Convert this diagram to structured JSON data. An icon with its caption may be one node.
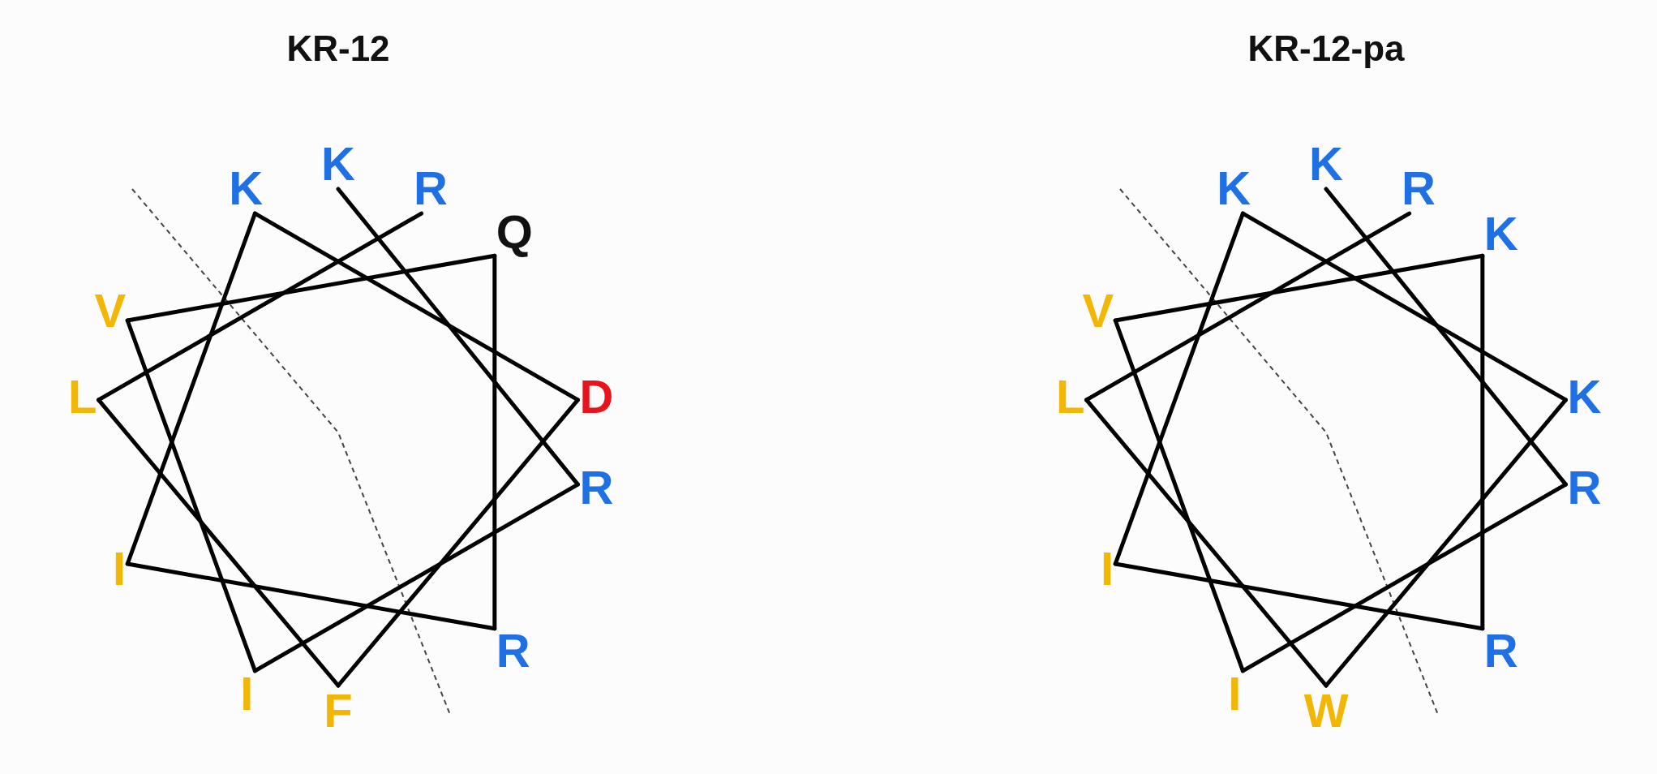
{
  "diagram": {
    "nodes": [
      {
        "text": [
          "K"
        ]
      },
      {
        "text": [
          "R"
        ]
      },
      {
        "text": [
          "I"
        ]
      },
      {
        "text": [
          "V"
        ]
      },
      {
        "text": [
          "Q"
        ]
      },
      {
        "text": [
          "R"
        ]
      },
      {
        "text": [
          "I"
        ]
      },
      {
        "text": [
          "K"
        ]
      },
      {
        "text": [
          "D"
        ]
      },
      {
        "text": [
          "F"
        ]
      },
      {
        "text": [
          "L"
        ]
      },
      {
        "text": [
          "R"
        ]
      },
      {
        "text": [
          "K"
        ]
      },
      {
        "text": [
          "R"
        ]
      },
      {
        "text": [
          "I"
        ]
      },
      {
        "text": [
          "V"
        ]
      },
      {
        "text": [
          "K"
        ]
      },
      {
        "text": [
          "R"
        ]
      },
      {
        "text": [
          "I"
        ]
      },
      {
        "text": [
          "K"
        ]
      },
      {
        "text": [
          "K"
        ]
      },
      {
        "text": [
          "W"
        ]
      },
      {
        "text": [
          "L"
        ]
      },
      {
        "text": [
          "R"
        ]
      }
    ],
    "edges": [
      {
        "from": 0,
        "to": 1,
        "arrow": "none"
      },
      {
        "from": 1,
        "to": 2,
        "arrow": "none"
      },
      {
        "from": 2,
        "to": 3,
        "arrow": "none"
      },
      {
        "from": 3,
        "to": 4,
        "arrow": "none"
      },
      {
        "from": 4,
        "to": 5,
        "arrow": "none"
      },
      {
        "from": 5,
        "to": 6,
        "arrow": "none"
      },
      {
        "from": 6,
        "to": 7,
        "arrow": "none"
      },
      {
        "from": 7,
        "to": 8,
        "arrow": "none"
      },
      {
        "from": 8,
        "to": 9,
        "arrow": "none"
      },
      {
        "from": 9,
        "to": 10,
        "arrow": "none"
      },
      {
        "from": 10,
        "to": 11,
        "arrow": "none"
      },
      {
        "from": 12,
        "to": 13,
        "arrow": "none"
      },
      {
        "from": 13,
        "to": 14,
        "arrow": "none"
      },
      {
        "from": 14,
        "to": 15,
        "arrow": "none"
      },
      {
        "from": 15,
        "to": 16,
        "arrow": "none"
      },
      {
        "from": 16,
        "to": 17,
        "arrow": "none"
      },
      {
        "from": 17,
        "to": 18,
        "arrow": "none"
      },
      {
        "from": 18,
        "to": 19,
        "arrow": "none"
      },
      {
        "from": 19,
        "to": 20,
        "arrow": "none"
      },
      {
        "from": 20,
        "to": 21,
        "arrow": "none"
      },
      {
        "from": 21,
        "to": 22,
        "arrow": "none"
      },
      {
        "from": 22,
        "to": 23,
        "arrow": "none"
      }
    ],
    "labels": [
      "KR-12",
      "KR-12-pa"
    ]
  }
}
